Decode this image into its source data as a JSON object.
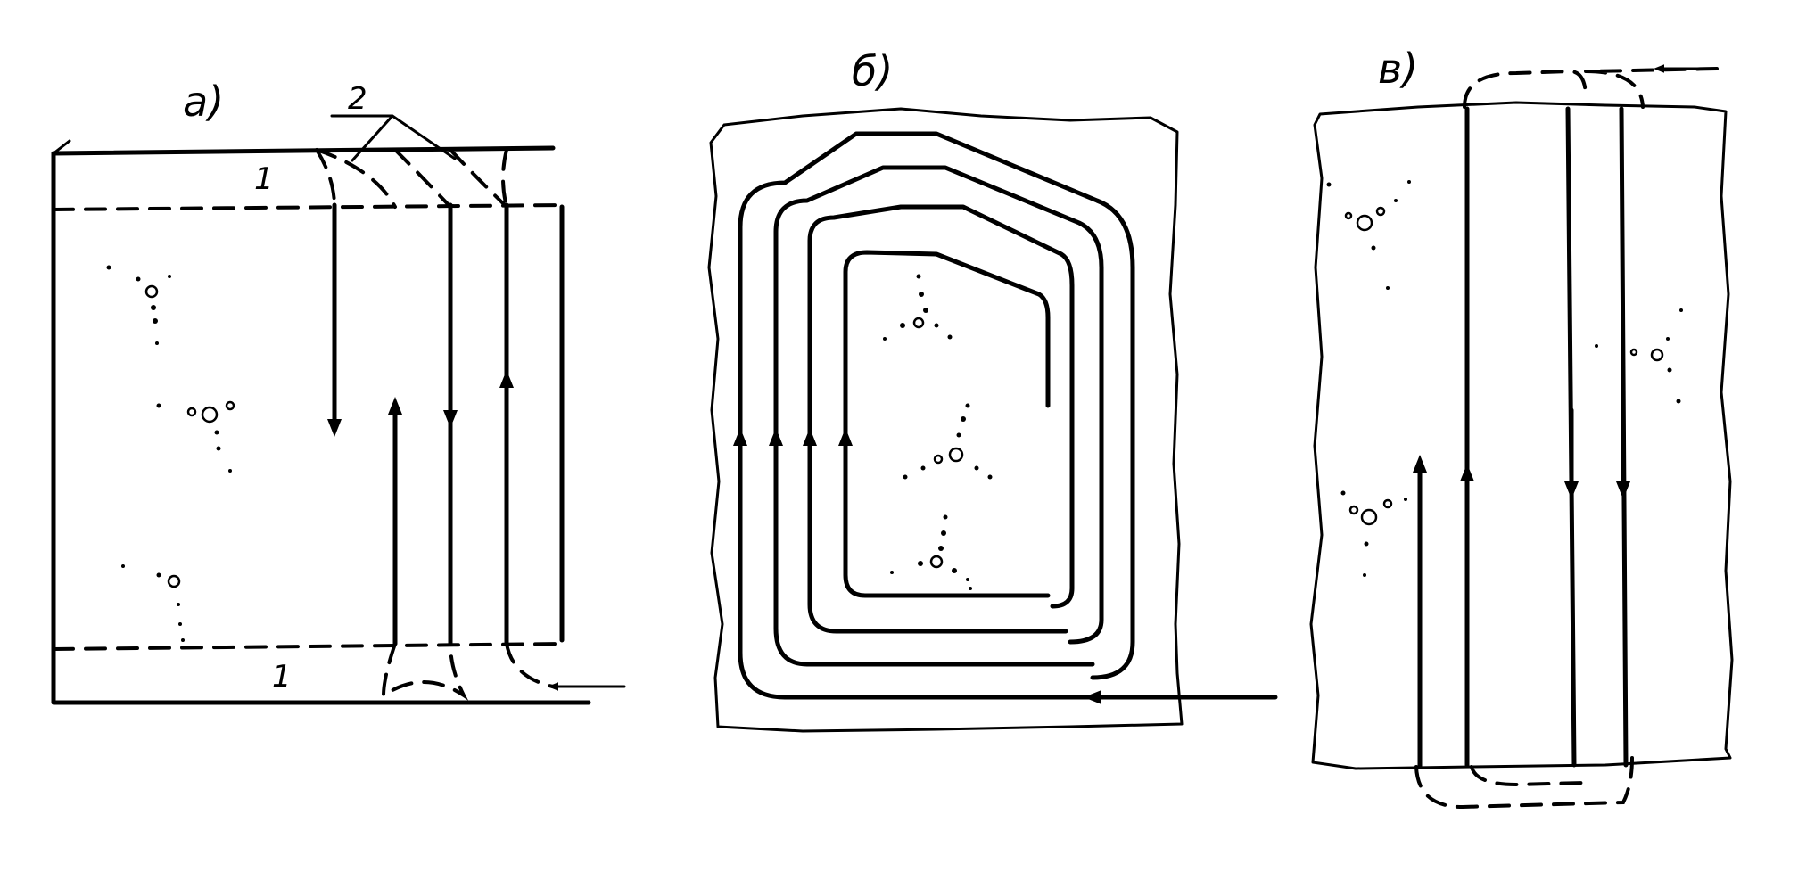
{
  "panels": [
    {
      "id": "a",
      "label": "а)"
    },
    {
      "id": "b",
      "label": "б)"
    },
    {
      "id": "v",
      "label": "в)"
    }
  ],
  "panel_a_marks": {
    "zone_top": "1",
    "zone_bottom": "1",
    "callout": "2"
  }
}
